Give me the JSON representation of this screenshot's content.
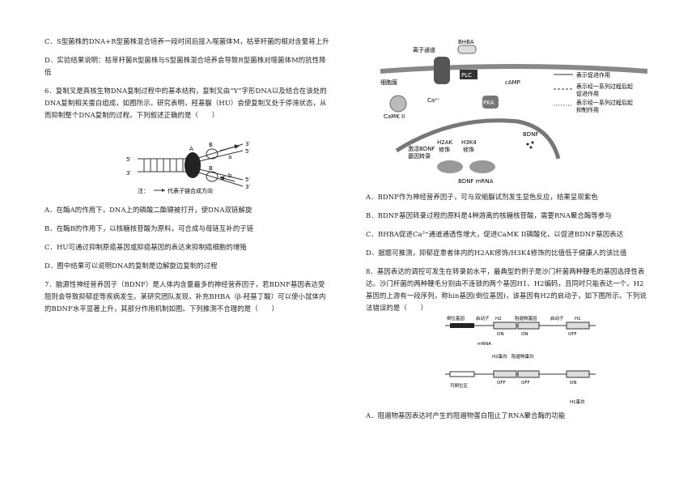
{
  "left_column": {
    "optC": "C．S型菌株的DNA+R型菌株混合培养一段时间后接入噬菌体M，枯草杆菌的相对含量将上升",
    "optD": "D．实验结果说明：枯草杆菌R型菌株与S型菌株混合培养会导致R型菌株对噬菌体M的抗性降低",
    "q6_stem": "6．复制叉是真核生物DNA复制过程中的基本结构，复制叉由“Y”字形DNA以及结合在该处的DNA复制相关蛋白组成，如图所示。研究表明，羟基脲（HU）会使复制叉处于停滞状态，从而抑制整个DNA复制的过程。下列叙述正确的是（　　）",
    "q6_fig": {
      "label_A": "A",
      "label_B1": "B",
      "label_B2": "B",
      "label_a": "a",
      "label_b": "b",
      "label_5_left": "5′",
      "label_3_left": "3′",
      "label_3_right_top": "3′",
      "label_5_right_top": "5′",
      "label_5_right_bottom": "5′",
      "label_3_right_bottom": "3′",
      "note_prefix": "注：",
      "note_text": "代表子链合成方向"
    },
    "q6_A": "A．在酶A的作用下，DNA上的磷酸二酯键被打开，使DNA双链解旋",
    "q6_B": "B．在酶B的作用下，以核糖核苷酸为原料，可合成与母链互补的子链",
    "q6_C": "C．HU可通过抑制原癌基因或抑癌基因的表达来抑制癌细胞的增殖",
    "q6_D": "D．图中结果可以说明DNA的复制是边解旋边复制的过程",
    "q7_stem": "7．脑源性神经营养因子（BDNF）是人体内含量最多的神经营养因子，若BDNF基因表达受阻则会导致抑郁症等疾病发生。某研究团队发现，补充BHBA（β-羟基丁酸）可以使小鼠体内的BDNF水平显著上升，其部分作用机制如图。下列推测不合理的是（　　）"
  },
  "q7_fig": {
    "bhba": "BHBA",
    "ion_channel": "离子通道",
    "membrane": "细胞膜",
    "plc": "PLC",
    "camp": "cAMP",
    "ca": "Ca²⁺",
    "camk": "CaMK II",
    "pka": "PKA",
    "h2ak": "H2AK",
    "h2ak_2": "修饰",
    "h3k4": "H3K4",
    "h3k4_2": "修饰",
    "activate1": "激活BDNF",
    "activate2": "基因转录",
    "bdnf": "BDNF",
    "bdnf_mrna": "BDNF mRNA",
    "legend1": "表示促进作用",
    "legend2a": "表示经一系列过程后起",
    "legend2b": "促进作用",
    "legend3a": "表示经一系列过程后起",
    "legend3b": "抑制作用"
  },
  "right_column": {
    "q7_A": "A．BDNF作为神经营养因子，可与双缩脲试剂发生显色反应，结果呈现紫色",
    "q7_B": "B．BDNF基因转录过程的原料是4种游离的核糖核苷酸，需要RNA聚合酶等参与",
    "q7_C": "C．BHBA促进Ca²⁺通道通透性增大，促进CaMK II磷酸化，以促进BDNF基因表达",
    "q7_D": "D．据题可推测，抑郁症患者体内的H2AK修饰/H3K4修饰的比值低于健康人的该比值",
    "q8_stem": "8．基因表达的调控可发生在转录前水平，最典型的例子是沙门杆菌两种鞭毛的基因选择性表达。沙门杆菌的两种鞭毛分别由不连锁的两个基因H1、H2编码，且同时只能表达一个。H2基因的上游有一段序列，称hin基因(倒位基因)，该基因有H2的启动子，如下图所示。下列说法错误的是（　　）",
    "q8_A": "A．阻遏物基因表达时产生的阻遏物蛋白阻止了RNA聚合酶的功能"
  },
  "q8_fig": {
    "inv_gene": "倒位基因",
    "promoter": "启动子",
    "h2": "H2",
    "repressor": "阻遏物基因",
    "promoter2": "启动子",
    "h1": "H1",
    "on": "ON",
    "off": "OFF",
    "mrna": "mRNA",
    "h2_protein": "H2蛋白",
    "repressor_protein": "阻遏物蛋白",
    "inv_site": "可倒位区",
    "h1_protein": "H1蛋白"
  }
}
